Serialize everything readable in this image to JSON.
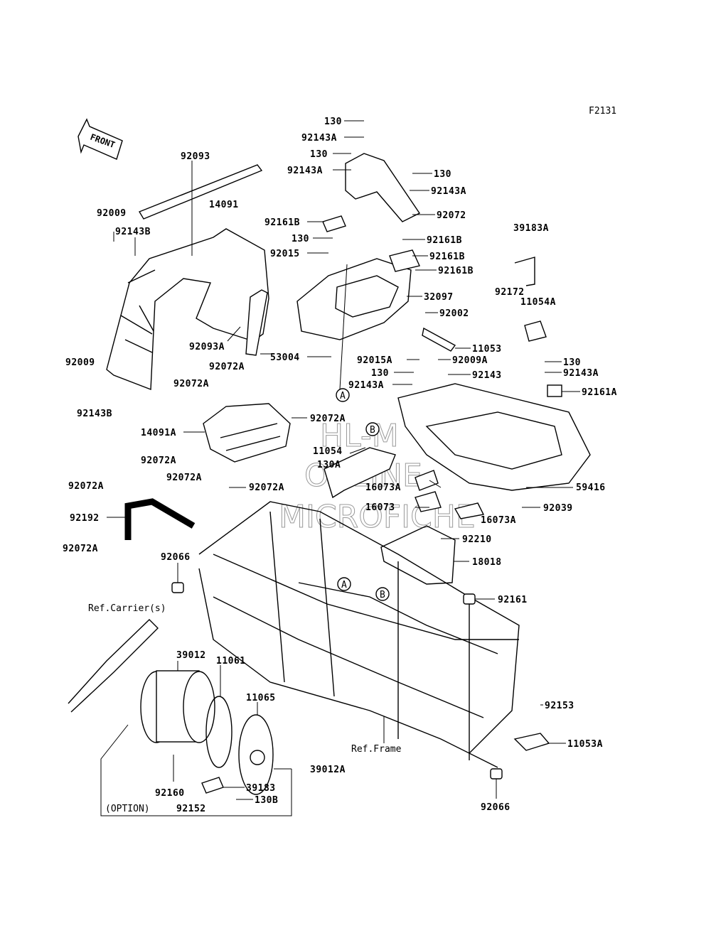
{
  "figure_code": "F2131",
  "front_label": "FRONT",
  "watermark": [
    "HL-M",
    "ONLINE",
    "MICROFICHE"
  ],
  "callouts": {
    "a": "A",
    "b": "B"
  },
  "ref_labels": {
    "carrier": "Ref.Carrier(s)",
    "frame": "Ref.Frame",
    "option": "(OPTION)"
  },
  "part_labels": {
    "p1": "130",
    "p2": "92143A",
    "p3": "130",
    "p4": "92143A",
    "p5": "130",
    "p6": "92143A",
    "p7": "92161B",
    "p8": "92072",
    "p9": "130",
    "p10": "92161B",
    "p11": "92015",
    "p12": "92161B",
    "p13": "92161B",
    "p14": "32097",
    "p15": "53004",
    "p16": "92015A",
    "p17": "92002",
    "p18": "11053",
    "p19": "92009A",
    "p20": "130",
    "p21": "92143",
    "p22": "92143A",
    "p23": "39183A",
    "p24": "92172",
    "p25": "11054A",
    "p26": "130",
    "p27": "92143A",
    "p28": "92161A",
    "p29": "92093",
    "p30": "14091",
    "p31": "92009",
    "p32": "92143B",
    "p33": "92093A",
    "p34": "92009",
    "p35": "92143B",
    "p36": "92072A",
    "p37": "92072A",
    "p38": "92072A",
    "p39": "14091A",
    "p40": "11054",
    "p41": "130A",
    "p42": "92072A",
    "p43": "92072A",
    "p44": "92072A",
    "p45": "92072A",
    "p46": "16073A",
    "p47": "59416",
    "p48": "16073",
    "p49": "92039",
    "p50": "16073A",
    "p51": "92192",
    "p52": "92072A",
    "p53": "92066",
    "p54": "92210",
    "p55": "18018",
    "p56": "92161",
    "p57": "39012",
    "p58": "11061",
    "p59": "11065",
    "p60": "92153",
    "p61": "11053A",
    "p62": "39012A",
    "p63": "92160",
    "p64": "39183",
    "p65": "92152",
    "p66": "130B",
    "p67": "92066"
  }
}
